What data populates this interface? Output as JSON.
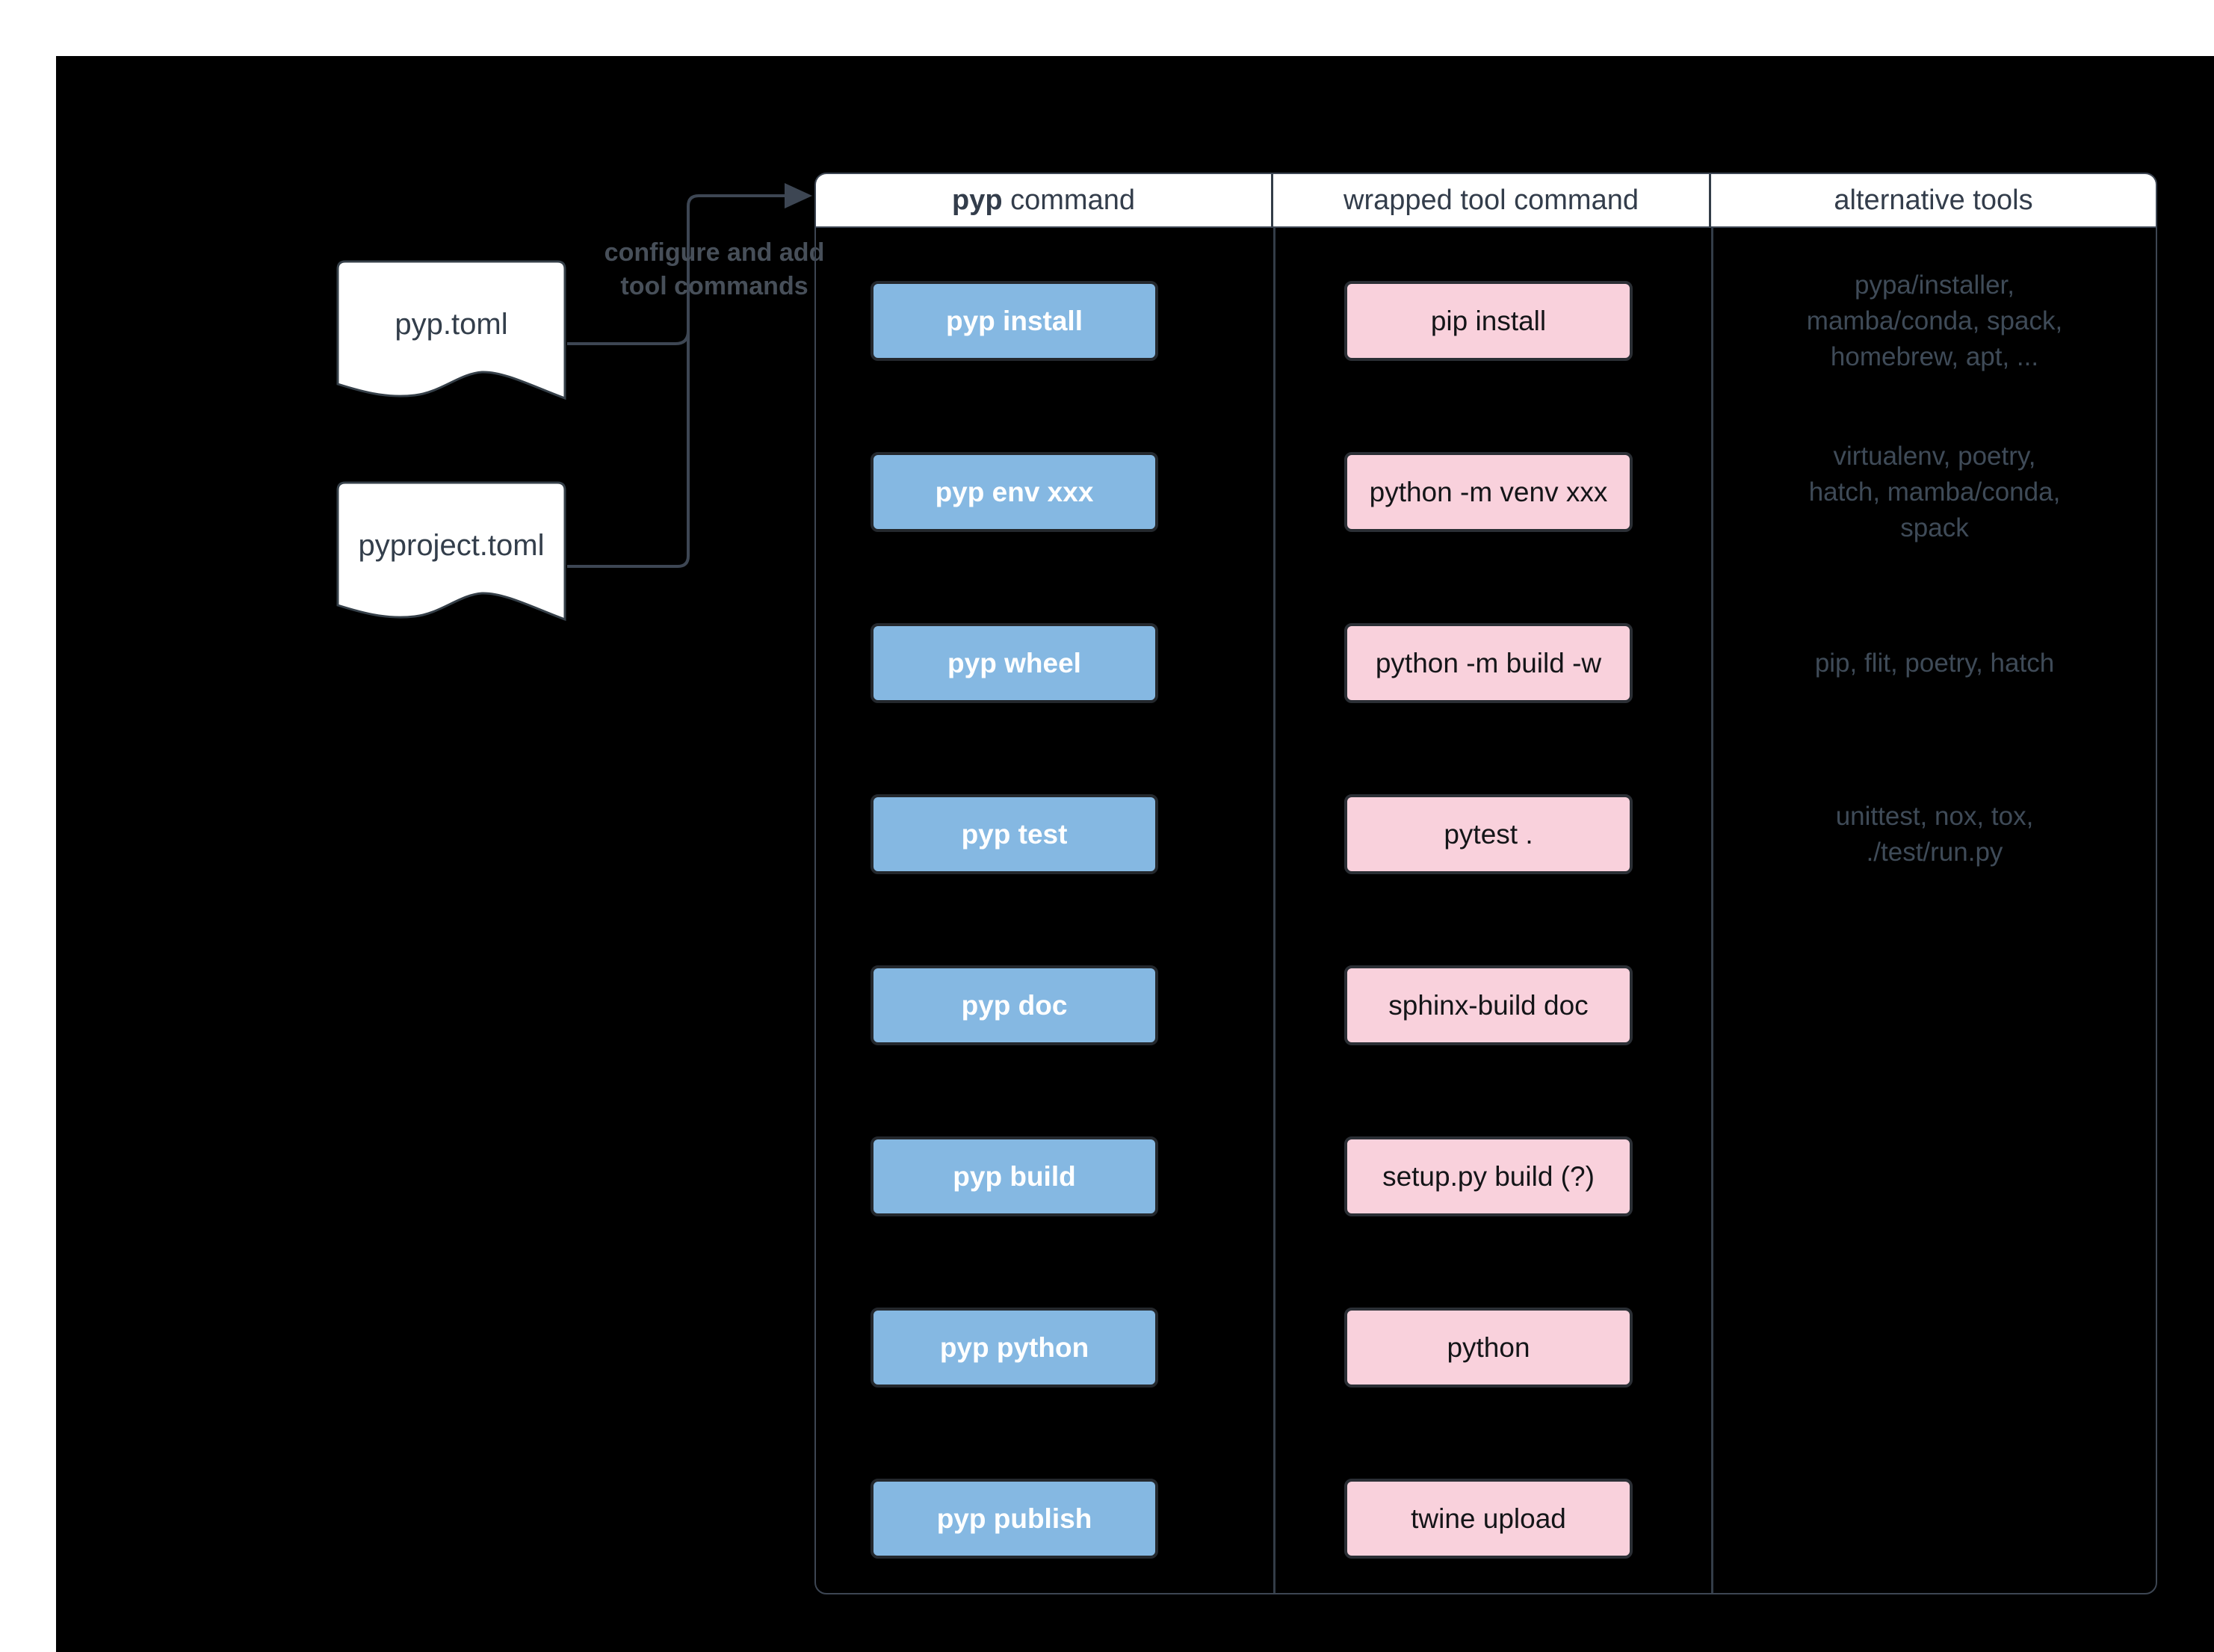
{
  "canvas": {
    "page_background": "#ffffff",
    "diagram_background": "#000000"
  },
  "files": [
    {
      "label": "pyp.toml"
    },
    {
      "label": "pyproject.toml"
    }
  ],
  "connector": {
    "label_line1": "configure and add",
    "label_line2": "tool commands"
  },
  "table": {
    "header": {
      "col1_bold": "pyp",
      "col1_rest": " command",
      "col2": "wrapped tool command",
      "col3": "alternative tools"
    },
    "rows": [
      {
        "pyp": "pyp install",
        "wrapped": "pip install",
        "alternatives": [
          "pypa/installer,",
          "mamba/conda, spack,",
          "homebrew, apt, ..."
        ]
      },
      {
        "pyp": "pyp env xxx",
        "wrapped": "python -m venv xxx",
        "alternatives": [
          "virtualenv, poetry,",
          "hatch, mamba/conda,",
          "spack"
        ]
      },
      {
        "pyp": "pyp wheel",
        "wrapped": "python -m build -w",
        "alternatives": [
          "pip, flit, poetry, hatch"
        ]
      },
      {
        "pyp": "pyp test",
        "wrapped": "pytest .",
        "alternatives": [
          "unittest, nox, tox,",
          "./test/run.py"
        ]
      },
      {
        "pyp": "pyp doc",
        "wrapped": "sphinx-build doc",
        "alternatives": []
      },
      {
        "pyp": "pyp build",
        "wrapped": "setup.py build (?)",
        "alternatives": []
      },
      {
        "pyp": "pyp python",
        "wrapped": "python",
        "alternatives": []
      },
      {
        "pyp": "pyp publish",
        "wrapped": "twine upload",
        "alternatives": []
      }
    ]
  },
  "colors": {
    "pyp_command_box": "#85b8e2",
    "wrapped_command_box": "#f9d1dc",
    "box_border": "#24282d",
    "table_line": "#3d4653",
    "header_background": "#ffffff",
    "header_text": "#333d4b",
    "alternative_text": "#3f4b58",
    "connector_line": "#3d4653",
    "connector_label_text": "#474f59",
    "file_shape_fill": "#ffffff",
    "file_shape_border": "#364049"
  }
}
